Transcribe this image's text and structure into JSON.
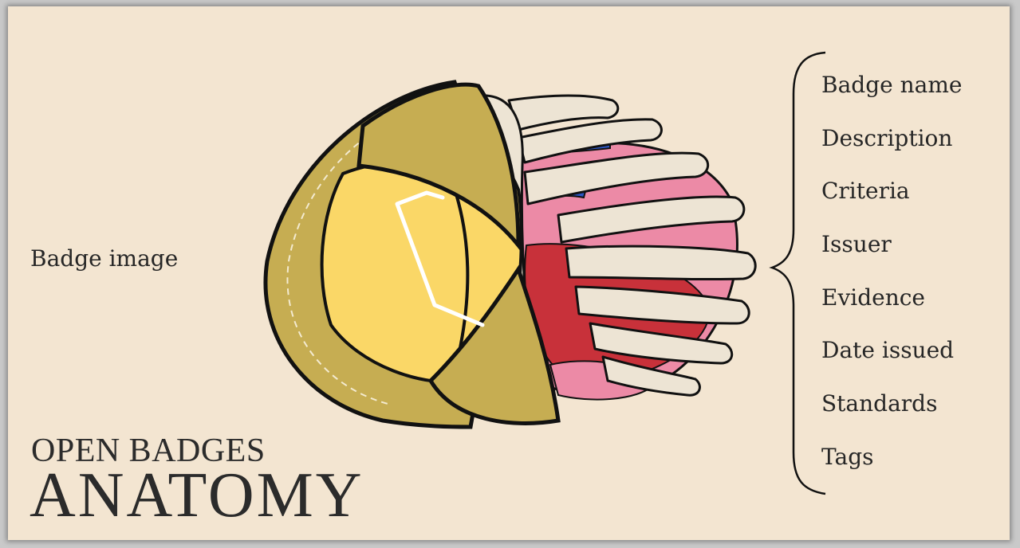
{
  "illustration": {
    "left_label": "Badge image",
    "parts": [
      "Badge name",
      "Description",
      "Criteria",
      "Issuer",
      "Evidence",
      "Date issued",
      "Standards",
      "Tags"
    ],
    "title_line1": "OPEN BADGES",
    "title_line2": "ANATOMY"
  },
  "colors": {
    "background": "#f3e5d1",
    "outer_shell": "#c6ad52",
    "inner_yellow": "#fad767",
    "ribs": "#ede4d4",
    "organs_pink": "#ec8aa6",
    "organs_red": "#c8313a",
    "vessels_blue": "#2b56c3",
    "outline": "#111111"
  }
}
